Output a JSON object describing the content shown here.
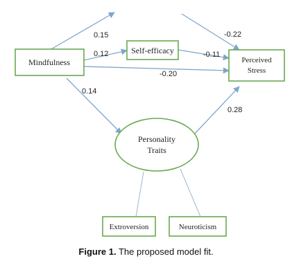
{
  "nodes": {
    "mindfulness": "Mindfulness",
    "self_efficacy": "Self-efficacy",
    "perceived_stress_line1": "Perceived",
    "perceived_stress_line2": "Stress",
    "personality_line1": "Personality",
    "personality_line2": "Traits",
    "extroversion": "Extroversion",
    "neuroticism": "Neuroticism"
  },
  "paths": {
    "mindfulness_to_top": "0.15",
    "mindfulness_to_self_efficacy": "0.12",
    "top_to_perceived_stress": "-0.22",
    "self_efficacy_to_perceived_stress": "-0.11",
    "mindfulness_to_perceived_stress": "-0.20",
    "mindfulness_to_personality": "0.14",
    "personality_to_perceived_stress": "0.28"
  },
  "caption": {
    "label": "Figure 1.",
    "text": " The proposed model fit."
  },
  "colors": {
    "box_border": "#6aa84f",
    "arrow": "#7fa6cc"
  }
}
